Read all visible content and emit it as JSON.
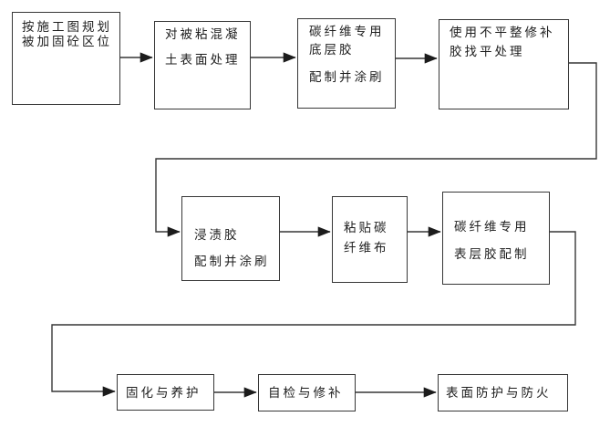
{
  "diagram": {
    "title": "CFRP strengthening construction process flowchart",
    "background_color": "#ffffff",
    "line_color": "#373737",
    "text_color": "#1e1e1e",
    "boxes": [
      {
        "id": "plan-region",
        "lines": [
          "按施工图规划",
          "被加固砼区位"
        ]
      },
      {
        "id": "surface-treatment",
        "lines": [
          "对被粘混凝",
          "土表面处理"
        ]
      },
      {
        "id": "primer-adhesive",
        "lines": [
          "碳纤维专用",
          "底层胶",
          "配制并涂刷"
        ]
      },
      {
        "id": "leveling-repair",
        "lines": [
          "使用不平整修补",
          "胶找平处理"
        ]
      },
      {
        "id": "impregnating-adhesive",
        "lines": [
          "浸渍胶",
          "配制并涂刷"
        ]
      },
      {
        "id": "paste-carbon-fiber",
        "lines": [
          "粘贴碳",
          "纤维布"
        ]
      },
      {
        "id": "top-coat-adhesive",
        "lines": [
          "碳纤维专用",
          "表层胶配制"
        ]
      },
      {
        "id": "curing-maintenance",
        "lines": [
          "固化与养护"
        ]
      },
      {
        "id": "self-check-repair",
        "lines": [
          "自检与修补"
        ]
      },
      {
        "id": "surface-fire-protection",
        "lines": [
          "表面防护与防火"
        ]
      }
    ]
  }
}
